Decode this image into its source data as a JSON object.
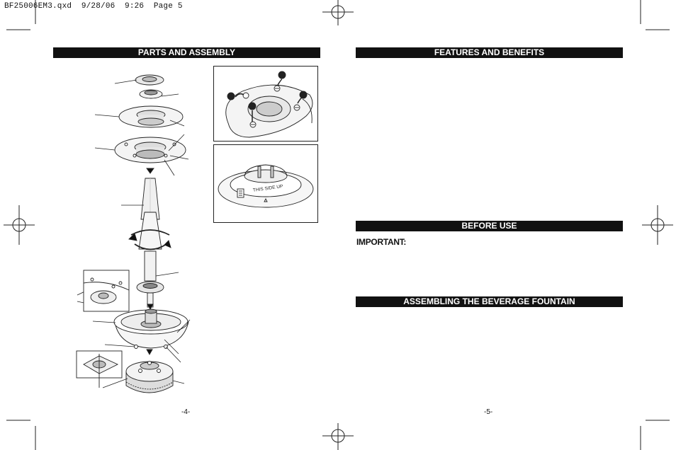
{
  "slug": "BF25006EM3.qxd  9/28/06  9:26  Page 5",
  "left_page": {
    "header": "PARTS AND ASSEMBLY",
    "page_number": "-4-",
    "label_plate": "THIS SIDE UP"
  },
  "right_page": {
    "features_header": "FEATURES AND BENEFITS",
    "before_use_header": "BEFORE USE",
    "important_label": "IMPORTANT:",
    "assembling_header": "ASSEMBLING THE BEVERAGE FOUNTAIN",
    "page_number": "-5-"
  }
}
